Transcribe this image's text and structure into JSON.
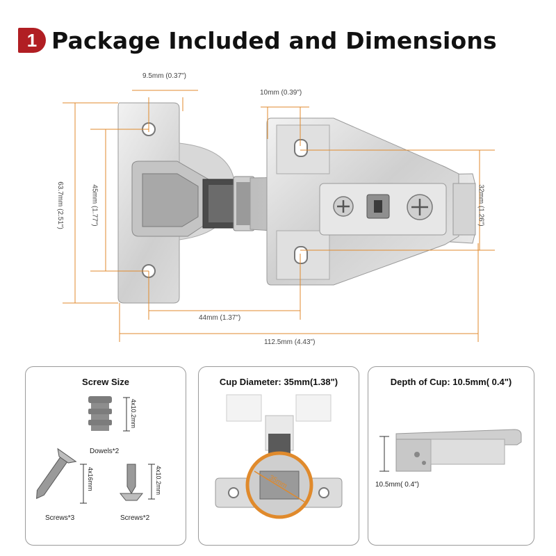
{
  "header": {
    "badge": "1",
    "title": "Package Included and Dimensions"
  },
  "dimensions": {
    "hole_offset": "9.5mm (0.37\")",
    "plate_hole_offset": "10mm (0.39\")",
    "total_height": "63.7mm (2.51\")",
    "hole_spacing": "45mm (1.77\")",
    "plate_hole_spacing": "32mm (1.26\")",
    "center_distance": "44mm (1.37\")",
    "total_length": "112.5mm (4.43\")"
  },
  "panels": {
    "screw": {
      "title": "Screw Size",
      "dowel_size": "4x10.2mm",
      "dowel_label": "Dowels*2",
      "screw1_size": "4x16mm",
      "screw1_label": "Screws*3",
      "screw2_size": "4x10.2mm",
      "screw2_label": "Screws*2"
    },
    "cup": {
      "title": "Cup Diameter: 35mm(1.38\")",
      "diameter_label": "35mm"
    },
    "depth": {
      "title": "Depth of Cup: 10.5mm( 0.4\")",
      "depth_label": "10.5mm( 0.4\")"
    }
  },
  "colors": {
    "accent_orange": "#e08a2c",
    "badge_red": "#b11e23",
    "metal": "#d9d9d9"
  }
}
